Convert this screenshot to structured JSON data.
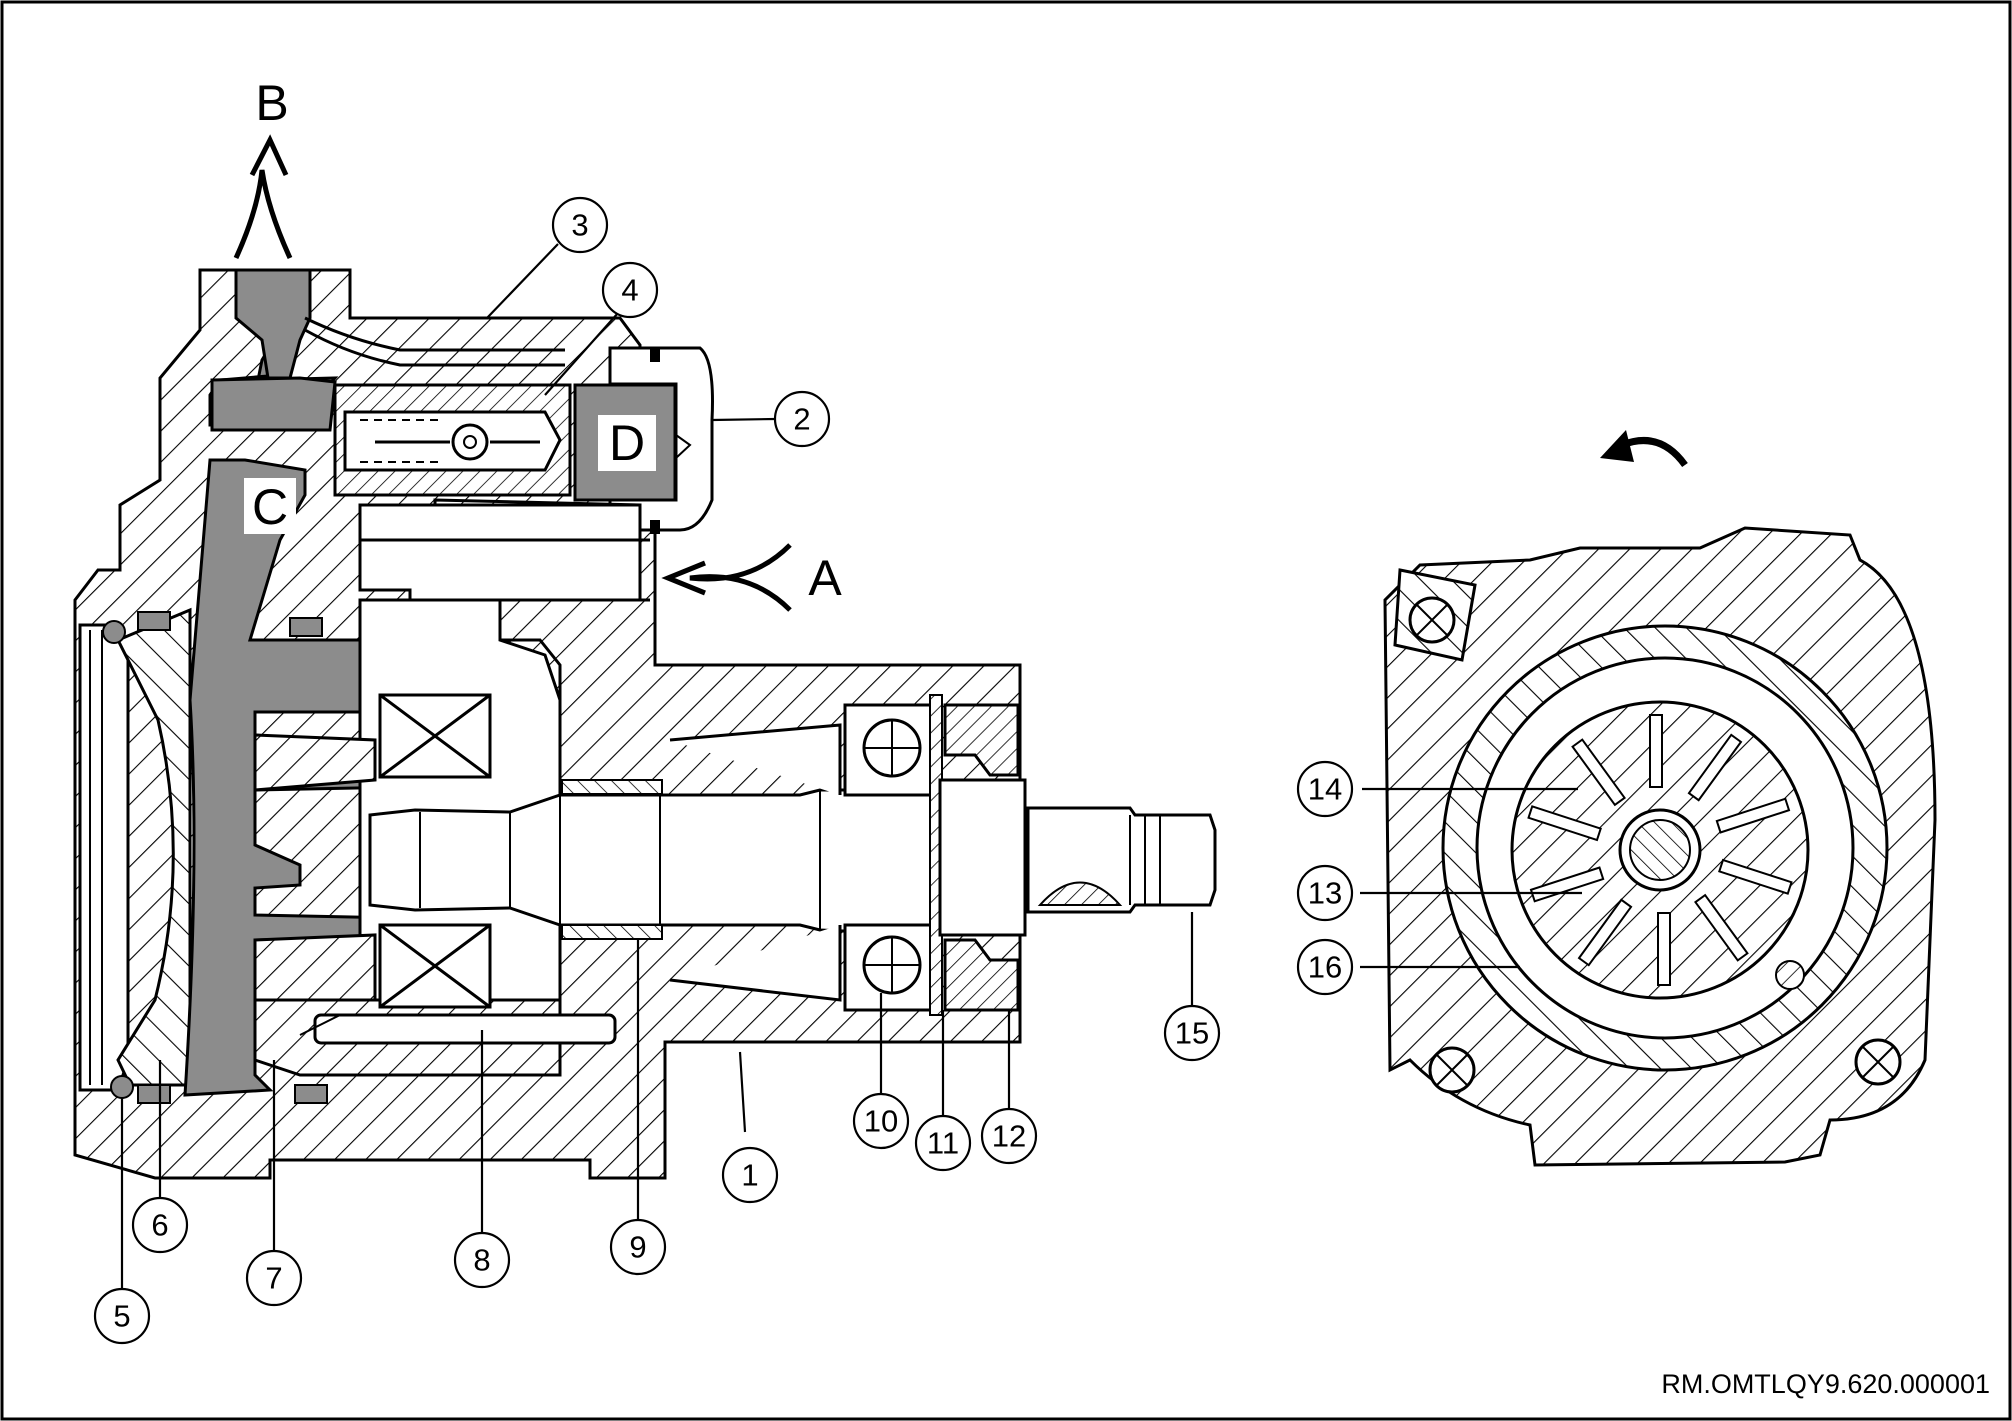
{
  "diagram": {
    "flow_labels": {
      "inlet": "A",
      "outlet": "B"
    },
    "chamber_labels": {
      "c": "C",
      "d": "D"
    },
    "callouts": [
      "1",
      "2",
      "3",
      "4",
      "5",
      "6",
      "7",
      "8",
      "9",
      "10",
      "11",
      "12",
      "13",
      "14",
      "15",
      "16"
    ],
    "reference_code": "RM.OMTLQY9.620.000001",
    "colors": {
      "line": "#000000",
      "fluid": "#8c8c8c",
      "background": "#ffffff"
    }
  }
}
